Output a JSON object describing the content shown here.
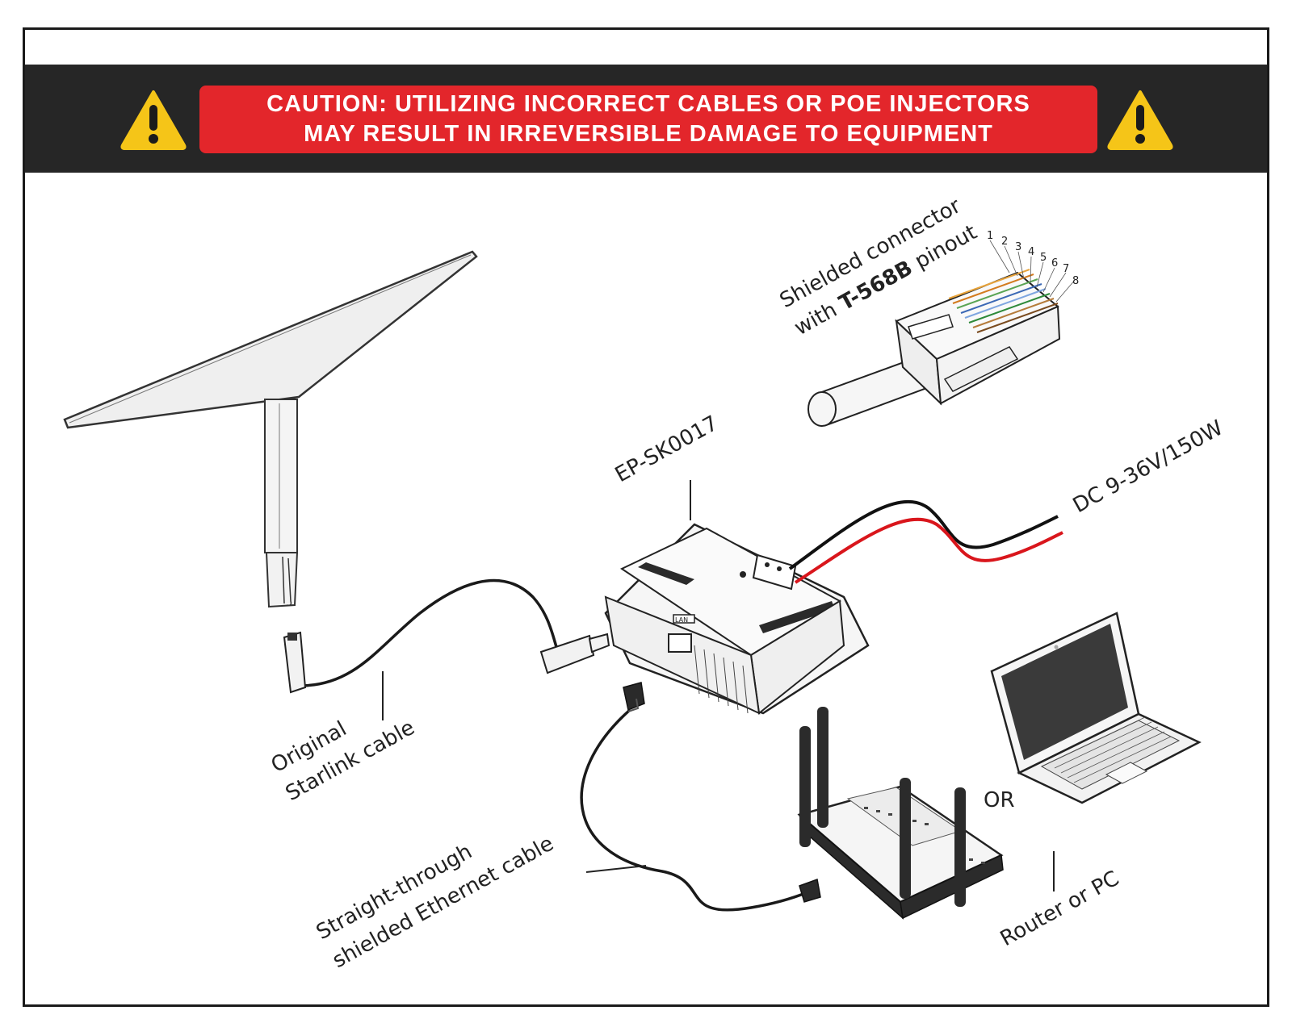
{
  "banner": {
    "caution_line1": "CAUTION: UTILIZING INCORRECT CABLES OR POE INJECTORS",
    "caution_line2": "MAY RESULT IN IRREVERSIBLE DAMAGE TO EQUIPMENT",
    "icon": "warning-triangle-icon",
    "colors": {
      "band": "#262626",
      "caution_box": "#e3262b",
      "icon_fill": "#f5c518"
    }
  },
  "labels": {
    "connector_line1": "Shielded connector",
    "connector_line2_prefix": "with ",
    "connector_line2_bold": "T-568B",
    "connector_line2_suffix": " pinout",
    "pins": [
      "1",
      "2",
      "3",
      "4",
      "5",
      "6",
      "7",
      "8"
    ],
    "device_model": "EP-SK0017",
    "power_spec": "DC 9-36V/150W",
    "cable_line1": "Original",
    "cable_line2": "Starlink cable",
    "ethernet_line1": "Straight-through",
    "ethernet_line2": "shielded Ethernet cable",
    "or_text": "OR",
    "router_pc": "Router or PC",
    "lan_port": "LAN"
  },
  "colors": {
    "power_positive": "#d9161c",
    "power_negative": "#111111"
  }
}
